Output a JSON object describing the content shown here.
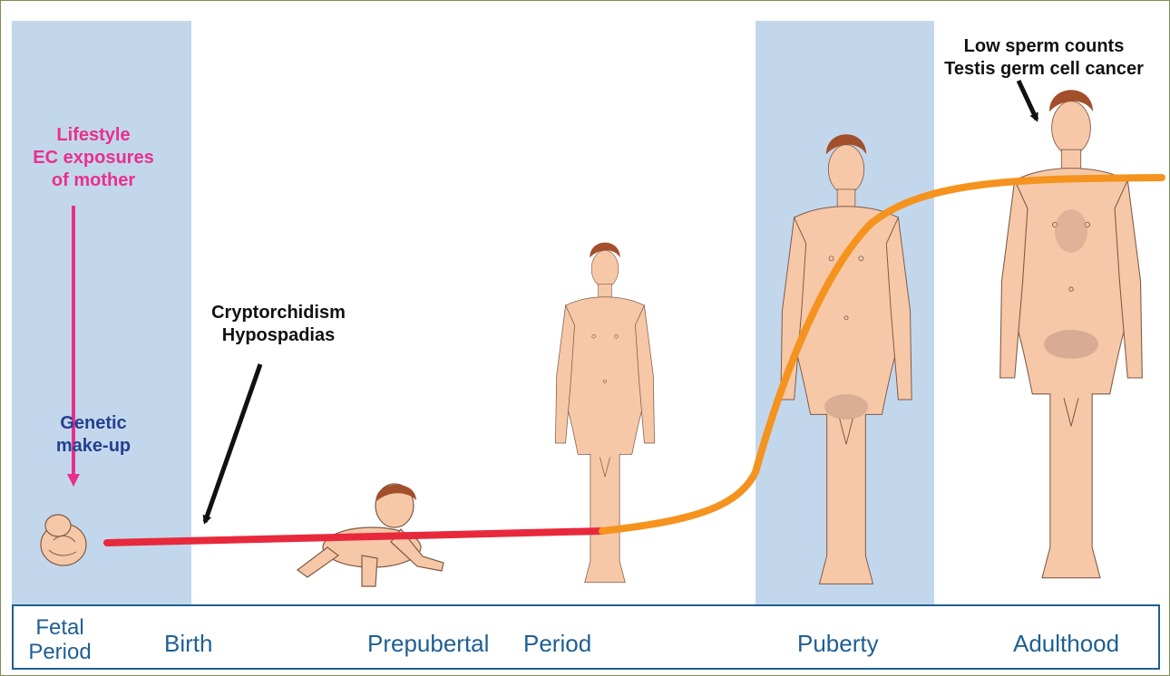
{
  "annotations": {
    "mother_exposure": [
      "Lifestyle",
      "EC exposures",
      "of mother"
    ],
    "genetic": [
      "Genetic",
      "make-up"
    ],
    "birth_defects": [
      "Cryptorchidism",
      "Hypospadias"
    ],
    "adult_outcomes": [
      "Low sperm counts",
      "Testis germ cell cancer"
    ]
  },
  "timeline": {
    "fetal": "Fetal Period",
    "birth": "Birth",
    "prepubertal": "Prepubertal",
    "period": "Period",
    "puberty": "Puberty",
    "adulthood": "Adulthood"
  },
  "colors": {
    "band": "#c3d7ec",
    "timeline_border": "#1e5f93",
    "stage_text": "#1e5f93",
    "mother_text": "#ea2f8d",
    "genetic_text": "#253f8f",
    "curve_early": "#e8293c",
    "curve_late": "#f5931f",
    "skin": "#f6c8a7",
    "hair": "#a34f2c"
  },
  "figures": [
    {
      "name": "fetus",
      "icon": "fetus-icon"
    },
    {
      "name": "crawling-infant",
      "icon": "infant-icon"
    },
    {
      "name": "prepubertal-boy",
      "icon": "child-figure-icon"
    },
    {
      "name": "pubertal-teen",
      "icon": "teen-figure-icon"
    },
    {
      "name": "adult-man",
      "icon": "adult-figure-icon"
    }
  ]
}
